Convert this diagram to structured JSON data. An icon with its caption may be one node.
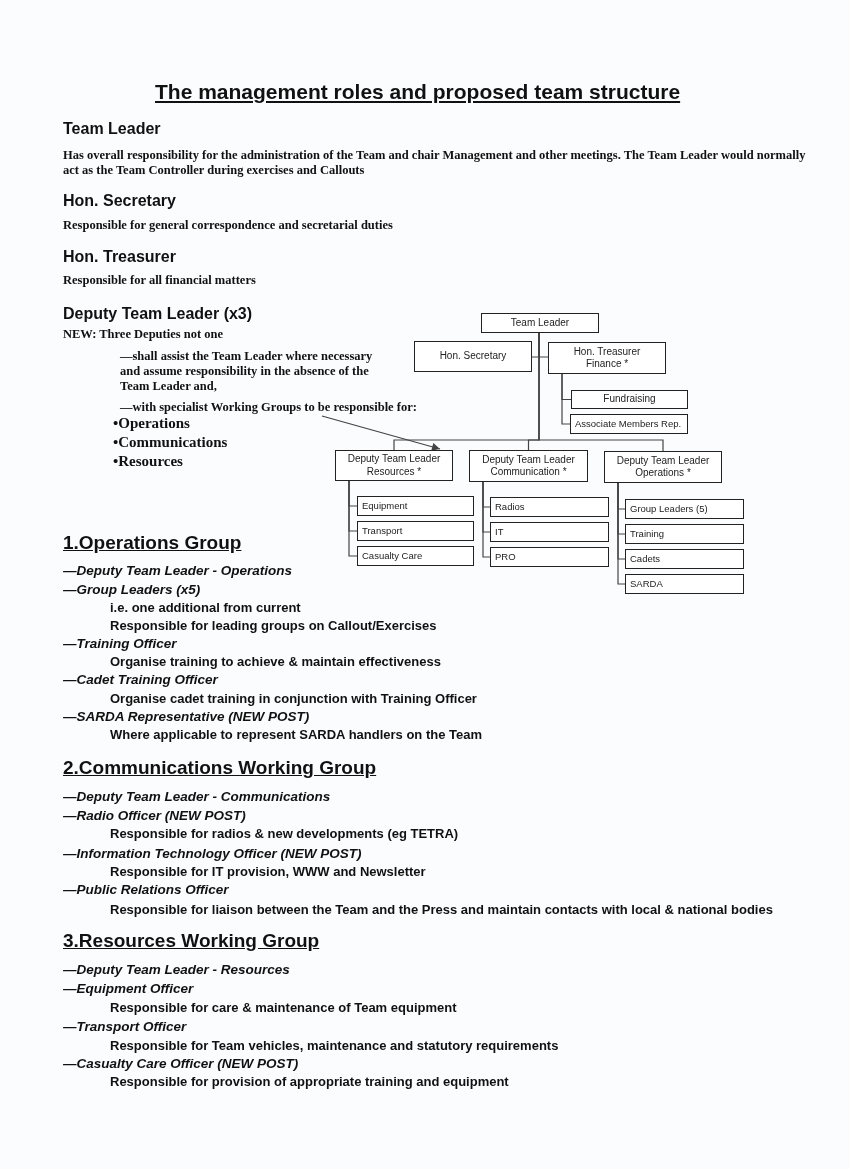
{
  "diagram": {
    "title": "The management roles and proposed team structure",
    "nodes": [
      {
        "text": [
          "Team Leader"
        ]
      },
      {
        "text": [
          "Hon. Secretary"
        ]
      },
      {
        "text": [
          "Hon. Treasurer Finance *"
        ]
      },
      {
        "text": [
          "Fundraising"
        ]
      },
      {
        "text": [
          "Associate Members Rep."
        ]
      },
      {
        "text": [
          "Deputy Team Leader Resources *"
        ]
      },
      {
        "text": [
          "Deputy Team Leader Communication *"
        ]
      },
      {
        "text": [
          "Deputy Team Leader Operations *"
        ]
      },
      {
        "text": [
          "Equipment"
        ]
      },
      {
        "text": [
          "Transport"
        ]
      },
      {
        "text": [
          "Casualty Care"
        ]
      },
      {
        "text": [
          "Radios"
        ]
      },
      {
        "text": [
          "IT"
        ]
      },
      {
        "text": [
          "PRO"
        ]
      },
      {
        "text": [
          "Group Leaders (5)"
        ]
      },
      {
        "text": [
          "Training"
        ]
      },
      {
        "text": [
          "Cadets"
        ]
      },
      {
        "text": [
          "SARDA"
        ]
      },
      {
        "text": [
          "—with specialist Working Groups to be responsible for:"
        ]
      }
    ],
    "edges": [
      {
        "from": 0,
        "to": 1,
        "arrow": "none"
      },
      {
        "from": 0,
        "to": 2,
        "arrow": "none"
      },
      {
        "from": 2,
        "to": 3,
        "arrow": "none"
      },
      {
        "from": 2,
        "to": 4,
        "arrow": "none"
      },
      {
        "from": 0,
        "to": 5,
        "arrow": "none"
      },
      {
        "from": 0,
        "to": 6,
        "arrow": "none"
      },
      {
        "from": 0,
        "to": 7,
        "arrow": "none"
      },
      {
        "from": 5,
        "to": 8,
        "arrow": "none"
      },
      {
        "from": 5,
        "to": 9,
        "arrow": "none"
      },
      {
        "from": 5,
        "to": 10,
        "arrow": "none"
      },
      {
        "from": 6,
        "to": 11,
        "arrow": "none"
      },
      {
        "from": 6,
        "to": 12,
        "arrow": "none"
      },
      {
        "from": 6,
        "to": 13,
        "arrow": "none"
      },
      {
        "from": 7,
        "to": 14,
        "arrow": "none"
      },
      {
        "from": 7,
        "to": 15,
        "arrow": "none"
      },
      {
        "from": 7,
        "to": 16,
        "arrow": "none"
      },
      {
        "from": 7,
        "to": 17,
        "arrow": "none"
      },
      {
        "from": 18,
        "to": 5,
        "arrow": "to"
      }
    ],
    "labels": [
      "Team Leader",
      "Has overall responsibility for the administration of the Team and chair Management and other meetings. The Team Leader would normally act as the Team Controller during exercises and Callouts",
      "Hon. Secretary",
      "Responsible for general correspondence and secretarial duties",
      "Hon. Treasurer",
      "Responsible for all financial matters",
      "Deputy Team Leader (x3)",
      "NEW: Three Deputies not one",
      "—shall assist the Team Leader where necessary and assume responsibility in the absence of the Team Leader and,",
      "•Operations",
      "•Communications",
      "•Resources",
      "1.Operations Group",
      "—Deputy Team Leader - Operations",
      "—Group Leaders (x5)",
      "i.e. one additional from current",
      "Responsible for leading groups on Callout/Exercises",
      "—Training Officer",
      "Organise training to achieve & maintain effectiveness",
      "—Cadet Training Officer",
      "Organise cadet training in conjunction with Training Officer",
      "—SARDA Representative (NEW POST)",
      "Where applicable to represent SARDA handlers on the Team",
      "2.Communications Working Group",
      "—Deputy Team Leader - Communications",
      "—Radio Officer (NEW POST)",
      "Responsible for radios & new developments (eg TETRA)",
      "—Information Technology Officer (NEW POST)",
      "Responsible for IT provision, WWW and Newsletter",
      "—Public Relations Officer",
      "Responsible for liaison between the Team and the Press and maintain contacts with local & national bodies",
      "3.Resources Working Group",
      "—Deputy Team Leader - Resources",
      "—Equipment Officer",
      "Responsible for care & maintenance of Team equipment",
      "—Transport Officer",
      "Responsible for Team vehicles, maintenance and statutory requirements",
      "—Casualty Care Officer (NEW POST)",
      "Responsible for provision of appropriate training and equipment"
    ]
  }
}
